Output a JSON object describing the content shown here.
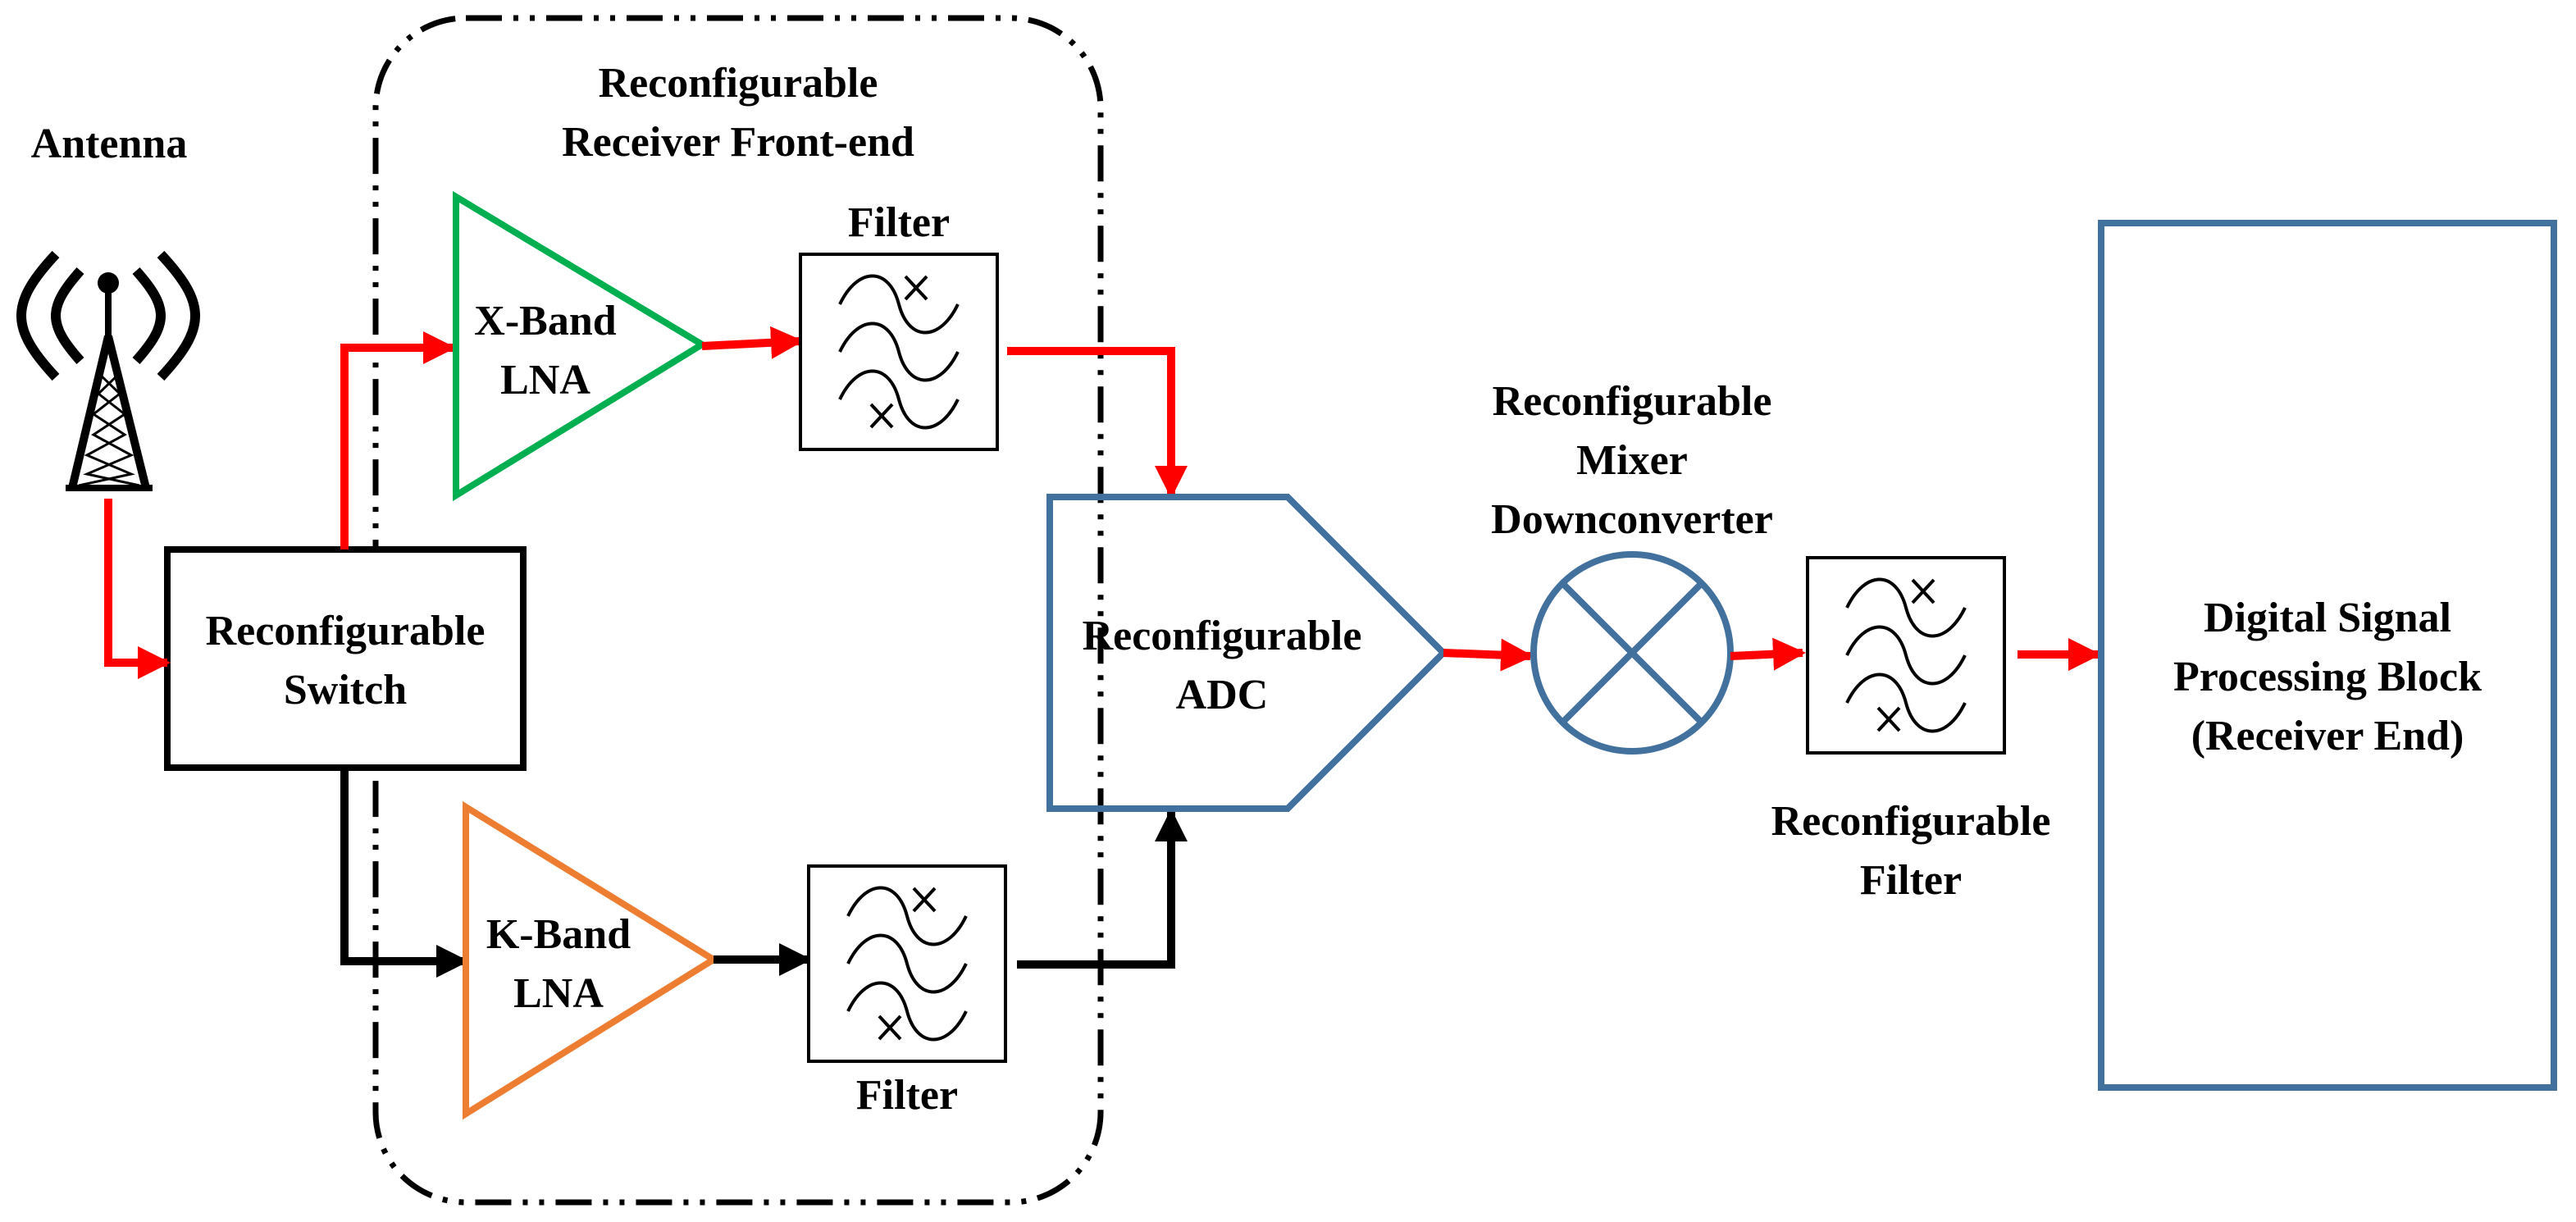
{
  "colors": {
    "signal_path_x": "#ff0000",
    "signal_path_k": "#000000",
    "x_band_lna": "#00b050",
    "k_band_lna": "#ed7d31",
    "blue_blocks": "#41719c"
  },
  "labels": {
    "antenna": "Antenna",
    "front_end": [
      "Reconfigurable",
      "Receiver Front-end"
    ],
    "switch": [
      "Reconfigurable",
      "Switch"
    ],
    "x_band_lna": [
      "X-Band",
      "LNA"
    ],
    "k_band_lna": [
      "K-Band",
      "LNA"
    ],
    "filter_top": "Filter",
    "filter_bottom": "Filter",
    "adc": [
      "Reconfigurable",
      "ADC"
    ],
    "mixer": [
      "Reconfigurable",
      "Mixer",
      "Downconverter"
    ],
    "reconfig_filter": [
      "Reconfigurable",
      "Filter"
    ],
    "dsp": [
      "Digital Signal",
      "Processing Block",
      "(Receiver End)"
    ]
  },
  "icons": [
    "antenna-tower-icon",
    "filter-icon",
    "mixer-icon"
  ]
}
